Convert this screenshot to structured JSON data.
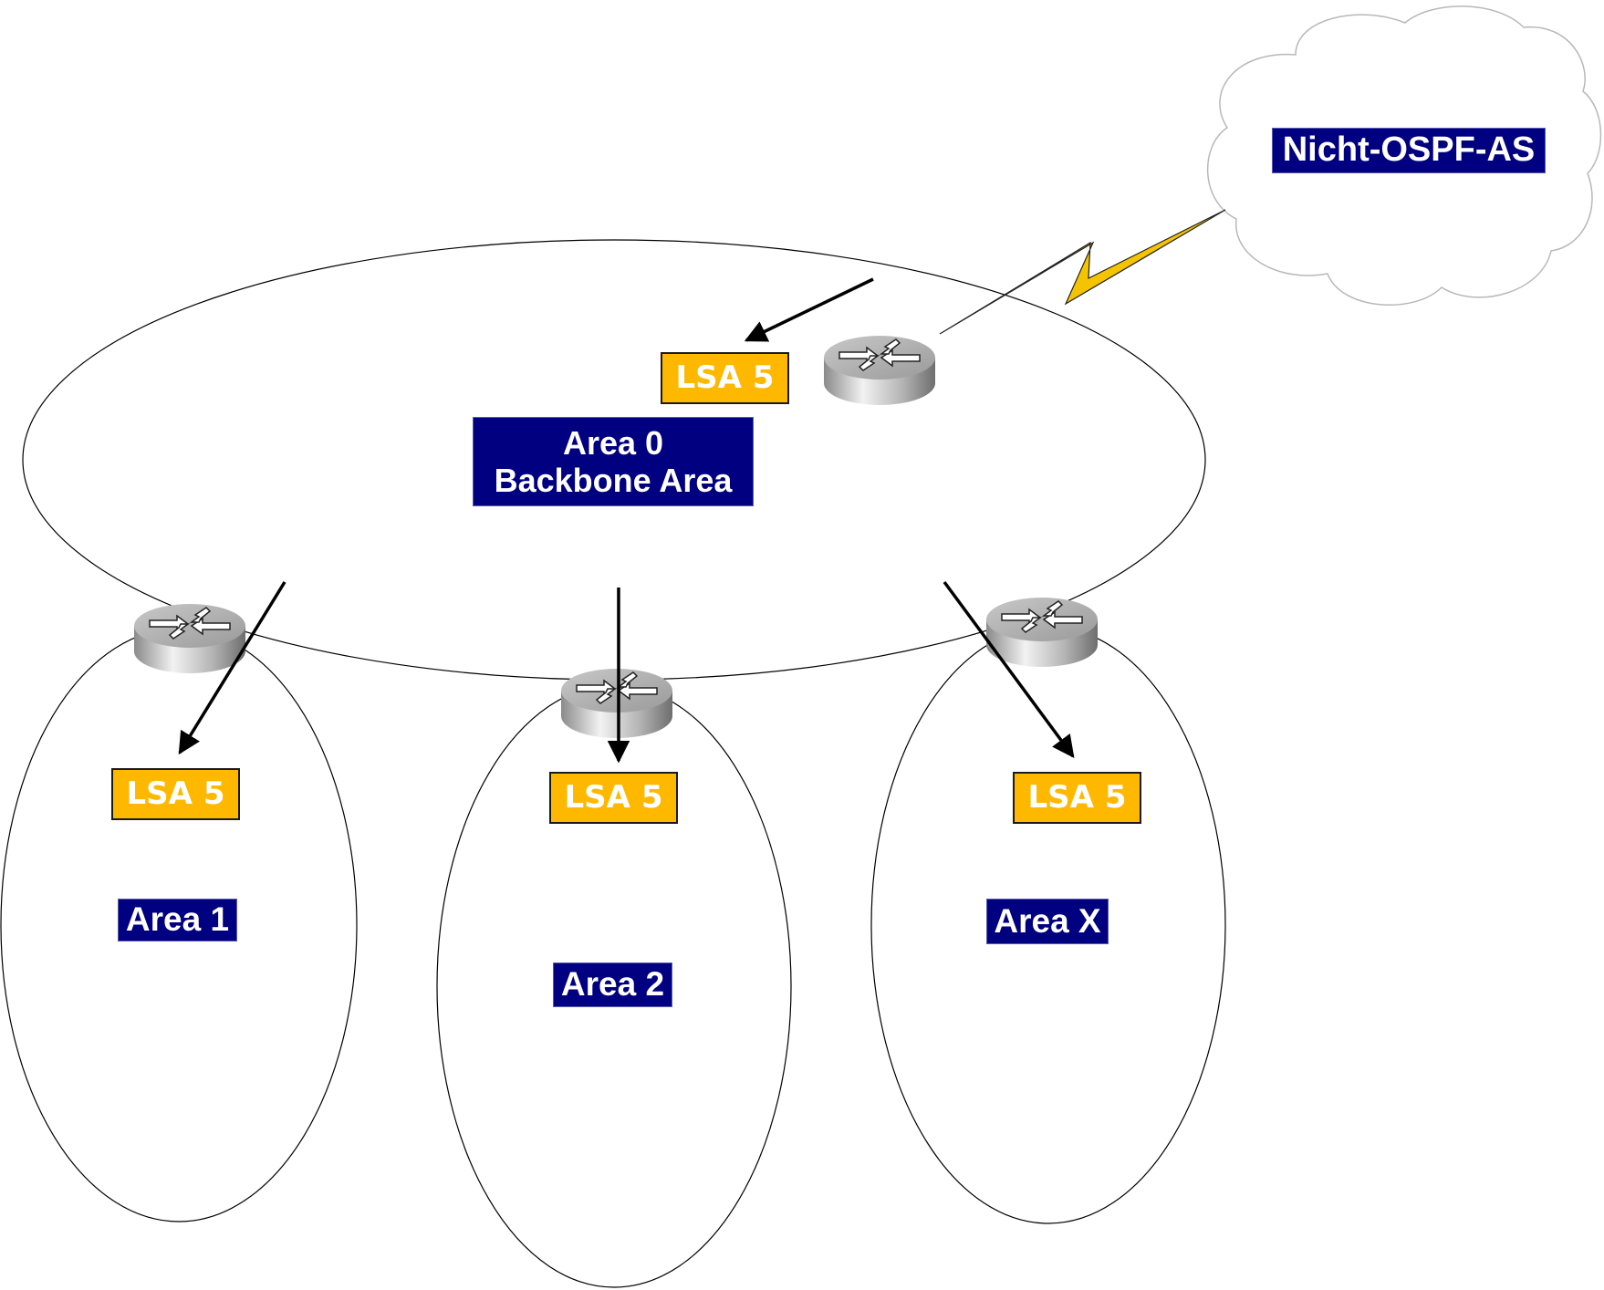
{
  "diagram": {
    "title": "OSPF LSA Type 5 flooding from ASBR",
    "colors": {
      "area_label_bg": "#000080",
      "lsa_bg": "#ffb800",
      "lightning": "#f5c400",
      "area_outline": "#000000",
      "cloud_outline": "#b8b8b8"
    },
    "external_as": {
      "label": "Nicht-OSPF-AS",
      "icon": "cloud-icon"
    },
    "backbone": {
      "line1": "Area 0",
      "line2": "Backbone Area"
    },
    "areas": [
      {
        "id": "area1",
        "label": "Area 1"
      },
      {
        "id": "area2",
        "label": "Area 2"
      },
      {
        "id": "areaX",
        "label": "Area X"
      }
    ],
    "lsa_labels": [
      {
        "where": "backbone",
        "text": "LSA 5"
      },
      {
        "where": "area1",
        "text": "LSA 5"
      },
      {
        "where": "area2",
        "text": "LSA 5"
      },
      {
        "where": "areaX",
        "text": "LSA 5"
      }
    ],
    "routers": [
      {
        "role": "ASBR",
        "icon": "router-icon"
      },
      {
        "role": "ABR Area 1",
        "icon": "router-icon"
      },
      {
        "role": "ABR Area 2",
        "icon": "router-icon"
      },
      {
        "role": "ABR Area X",
        "icon": "router-icon"
      }
    ],
    "links": [
      {
        "from": "Nicht-OSPF-AS",
        "to": "ASBR",
        "type": "serial-lightning"
      }
    ],
    "flows": [
      {
        "from": "ASBR",
        "to": "backbone LSA 5"
      },
      {
        "from": "backbone",
        "to": "Area 1 LSA 5"
      },
      {
        "from": "backbone",
        "to": "Area 2 LSA 5"
      },
      {
        "from": "backbone",
        "to": "Area X LSA 5"
      }
    ]
  }
}
